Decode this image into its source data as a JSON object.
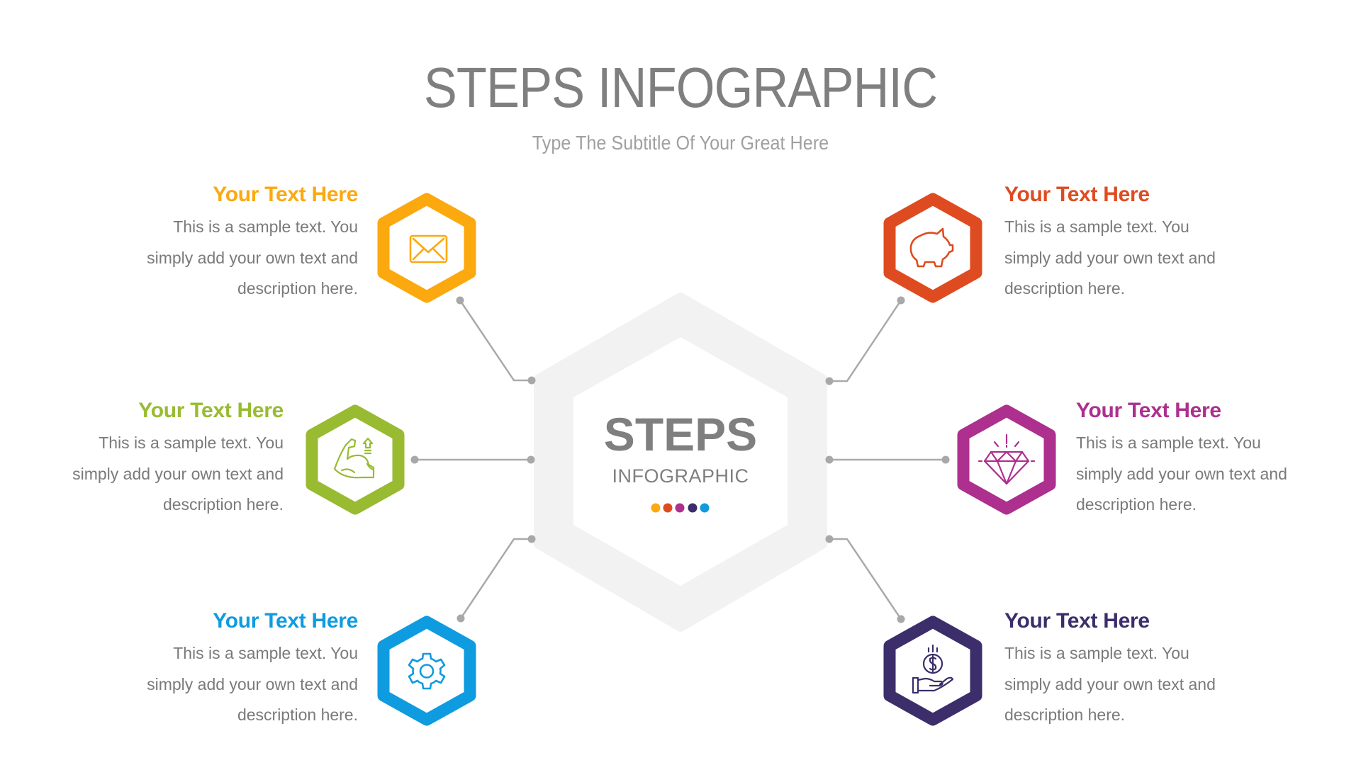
{
  "header": {
    "title": "STEPS INFOGRAPHIC",
    "subtitle": "Type The Subtitle Of Your Great Here"
  },
  "center": {
    "title": "STEPS",
    "subtitle": "INFOGRAPHIC",
    "dot_colors": [
      "#FBA90F",
      "#DF4B20",
      "#AD2F8E",
      "#3B2E6A",
      "#0F9BDF"
    ]
  },
  "colors": {
    "orange": "#FBA90F",
    "red": "#DF4B20",
    "green": "#98BB32",
    "magenta": "#AD2F8E",
    "blue": "#0F9BDF",
    "navy": "#3B2E6A",
    "center_hex": "#F2F2F2",
    "connector": "#AAAAAA",
    "body_text": "#7A7A7A"
  },
  "steps": [
    {
      "position": "top-left",
      "icon": "envelope-icon",
      "color": "#FBA90F",
      "heading": "Your Text Here",
      "lines": [
        "This is a sample text. You",
        "simply add your own text and",
        "description here."
      ]
    },
    {
      "position": "middle-left",
      "icon": "flexed-bicep-icon",
      "color": "#98BB32",
      "heading": "Your Text Here",
      "lines": [
        "This is a sample text. You",
        "simply add your own text and",
        "description here."
      ]
    },
    {
      "position": "bottom-left",
      "icon": "gear-icon",
      "color": "#0F9BDF",
      "heading": "Your Text Here",
      "lines": [
        "This is a sample text. You",
        "simply add your own text and",
        "description here."
      ]
    },
    {
      "position": "top-right",
      "icon": "piggy-bank-icon",
      "color": "#DF4B20",
      "heading": "Your Text Here",
      "lines": [
        "This is a sample text. You",
        "simply add your own text and",
        "description here."
      ]
    },
    {
      "position": "middle-right",
      "icon": "diamond-icon",
      "color": "#AD2F8E",
      "heading": "Your Text Here",
      "lines": [
        "This is a sample text. You",
        "simply add your own text and",
        "description here."
      ]
    },
    {
      "position": "bottom-right",
      "icon": "hand-coin-icon",
      "color": "#3B2E6A",
      "heading": "Your Text Here",
      "lines": [
        "This is a sample text. You",
        "simply add your own text and",
        "description here."
      ]
    }
  ]
}
